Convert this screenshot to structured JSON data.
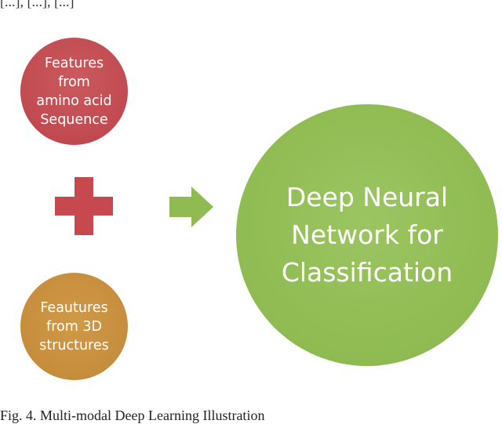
{
  "top_fragment": "[...], [...], [...]",
  "nodes": {
    "sequence": {
      "lines": [
        "Features",
        "from",
        "amino acid",
        "Sequence"
      ],
      "color": "#c14a50"
    },
    "structure": {
      "lines": [
        "Feautures",
        "from 3D",
        "structures"
      ],
      "color": "#c68d3c"
    },
    "classifier": {
      "lines": [
        "Deep Neural",
        "Network for",
        "Classification"
      ],
      "color": "#8fbb52"
    }
  },
  "plus_icon": {
    "name": "plus-icon",
    "color": "#c7484e"
  },
  "arrow_icon": {
    "name": "right-arrow-icon",
    "color": "#8fbb52"
  },
  "caption": "Fig. 4.   Multi-modal Deep Learning Illustration"
}
